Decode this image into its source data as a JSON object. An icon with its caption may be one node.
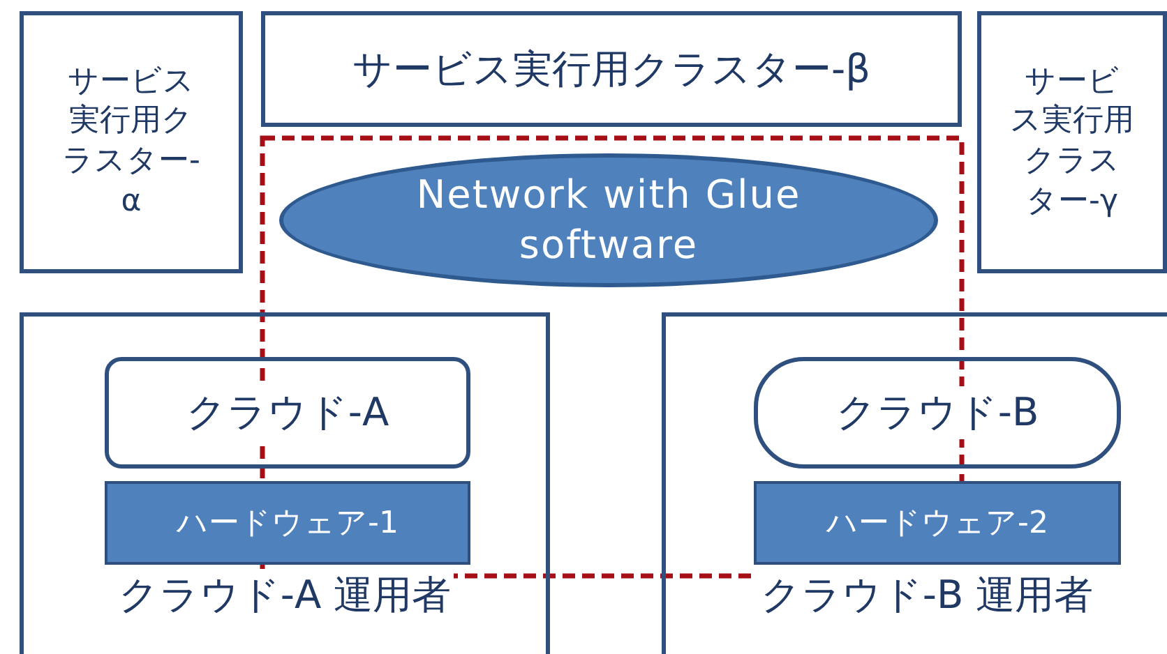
{
  "diagram": {
    "nodes": [
      {
        "text": [
          "サービス実行用クラスター-α"
        ]
      },
      {
        "text": [
          "サービス実行用クラスター-β"
        ]
      },
      {
        "text": [
          "サービス実行用クラスター-γ"
        ]
      },
      {
        "text": [
          "Network with Glue software"
        ]
      },
      {
        "text": [
          "クラウド-A 運用者"
        ]
      },
      {
        "text": [
          "クラウド-A"
        ],
        "in": 4
      },
      {
        "text": [
          "ハードウェア-1"
        ],
        "in": 4
      },
      {
        "text": [
          "クラウド-B 運用者"
        ]
      },
      {
        "text": [
          "クラウド-B"
        ],
        "in": 7
      },
      {
        "text": [
          "ハードウェア-2"
        ],
        "in": 7
      }
    ]
  }
}
